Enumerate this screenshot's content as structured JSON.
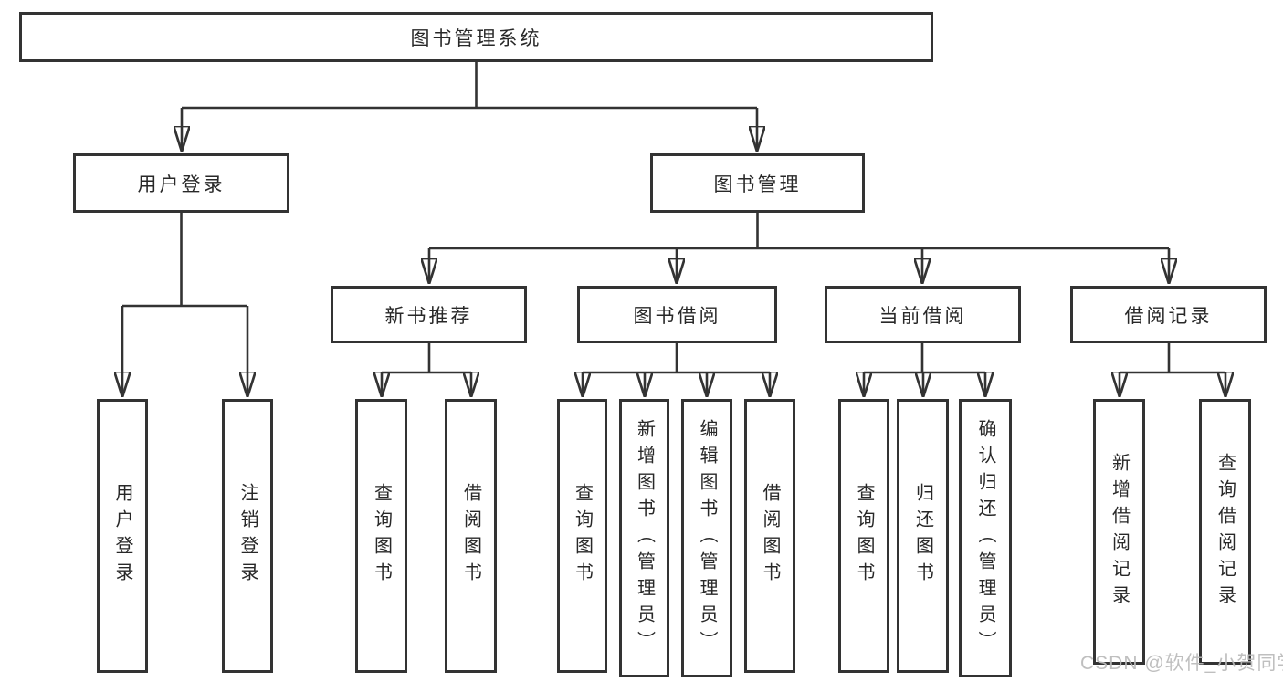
{
  "diagram": {
    "root": {
      "label": "图书管理系统"
    },
    "level2": [
      {
        "label": "用户登录"
      },
      {
        "label": "图书管理"
      }
    ],
    "level3": [
      {
        "label": "新书推荐"
      },
      {
        "label": "图书借阅"
      },
      {
        "label": "当前借阅"
      },
      {
        "label": "借阅记录"
      }
    ],
    "leaves": [
      {
        "label": "用户登录"
      },
      {
        "label": "注销登录"
      },
      {
        "label": "查询图书"
      },
      {
        "label": "借阅图书"
      },
      {
        "label": "查询图书"
      },
      {
        "label": "新增图书（管理员）"
      },
      {
        "label": "编辑图书（管理员）"
      },
      {
        "label": "借阅图书"
      },
      {
        "label": "查询图书"
      },
      {
        "label": "归还图书"
      },
      {
        "label": "确认归还（管理员）"
      },
      {
        "label": "新增借阅记录"
      },
      {
        "label": "查询借阅记录"
      }
    ]
  },
  "watermark": {
    "text": "CSDN @软件_小贺同学"
  },
  "colors": {
    "line": "#333333",
    "box_border": "#333333",
    "text": "#282828",
    "watermark": "#bababa",
    "background": "#ffffff"
  }
}
